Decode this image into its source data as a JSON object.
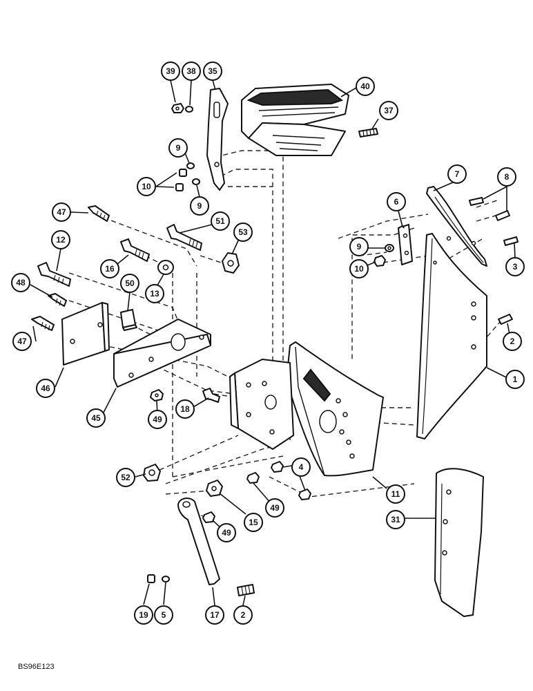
{
  "diagram": {
    "drawing_code": "BS96E123",
    "callouts": {
      "c39": "39",
      "c38": "38",
      "c35": "35",
      "c40": "40",
      "c37": "37",
      "c9a": "9",
      "c10a": "10",
      "c9b": "9",
      "c7": "7",
      "c8": "8",
      "c47a": "47",
      "c51": "51",
      "c53": "53",
      "c6": "6",
      "c9c": "9",
      "c10b": "10",
      "c3": "3",
      "c12": "12",
      "c16": "16",
      "c50": "50",
      "c13": "13",
      "c48": "48",
      "c2a": "2",
      "c47b": "47",
      "c1": "1",
      "c46": "46",
      "c18": "18",
      "c45": "45",
      "c49a": "49",
      "c52": "52",
      "c4": "4",
      "c11": "11",
      "c49b": "49",
      "c15": "15",
      "c31": "31",
      "c49c": "49",
      "c19": "19",
      "c5": "5",
      "c17": "17",
      "c2b": "2"
    }
  }
}
